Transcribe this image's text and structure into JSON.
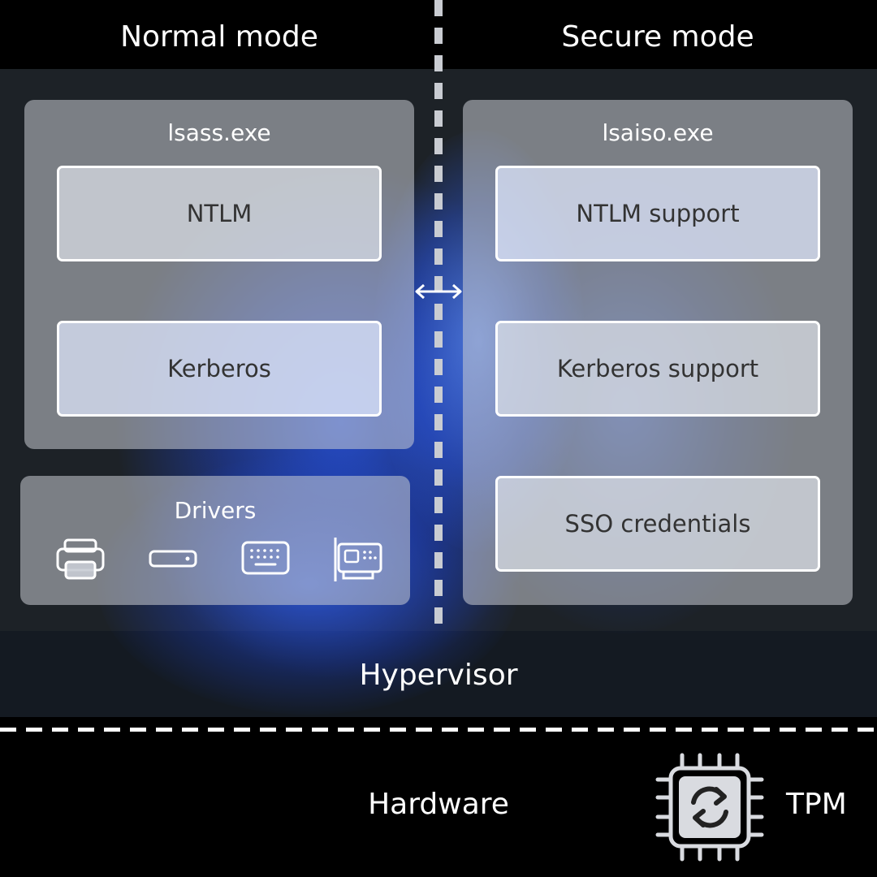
{
  "headers": {
    "normal": "Normal mode",
    "secure": "Secure mode"
  },
  "normal_panel": {
    "title": "lsass.exe",
    "boxes": [
      "NTLM",
      "Kerberos"
    ]
  },
  "secure_panel": {
    "title": "lsaiso.exe",
    "boxes": [
      "NTLM support",
      "Kerberos support",
      "SSO credentials"
    ]
  },
  "drivers": {
    "title": "Drivers",
    "icons": [
      "printer-icon",
      "storage-drive-icon",
      "keyboard-icon",
      "expansion-card-icon"
    ]
  },
  "hypervisor": {
    "label": "Hypervisor"
  },
  "hardware": {
    "label": "Hardware",
    "tpm_label": "TPM",
    "tpm_icon": "chip-icon"
  },
  "colors": {
    "glow": "#3a6cff",
    "band": "#1d2227",
    "panel": "#9aa0a8",
    "box_border": "#ffffff"
  }
}
